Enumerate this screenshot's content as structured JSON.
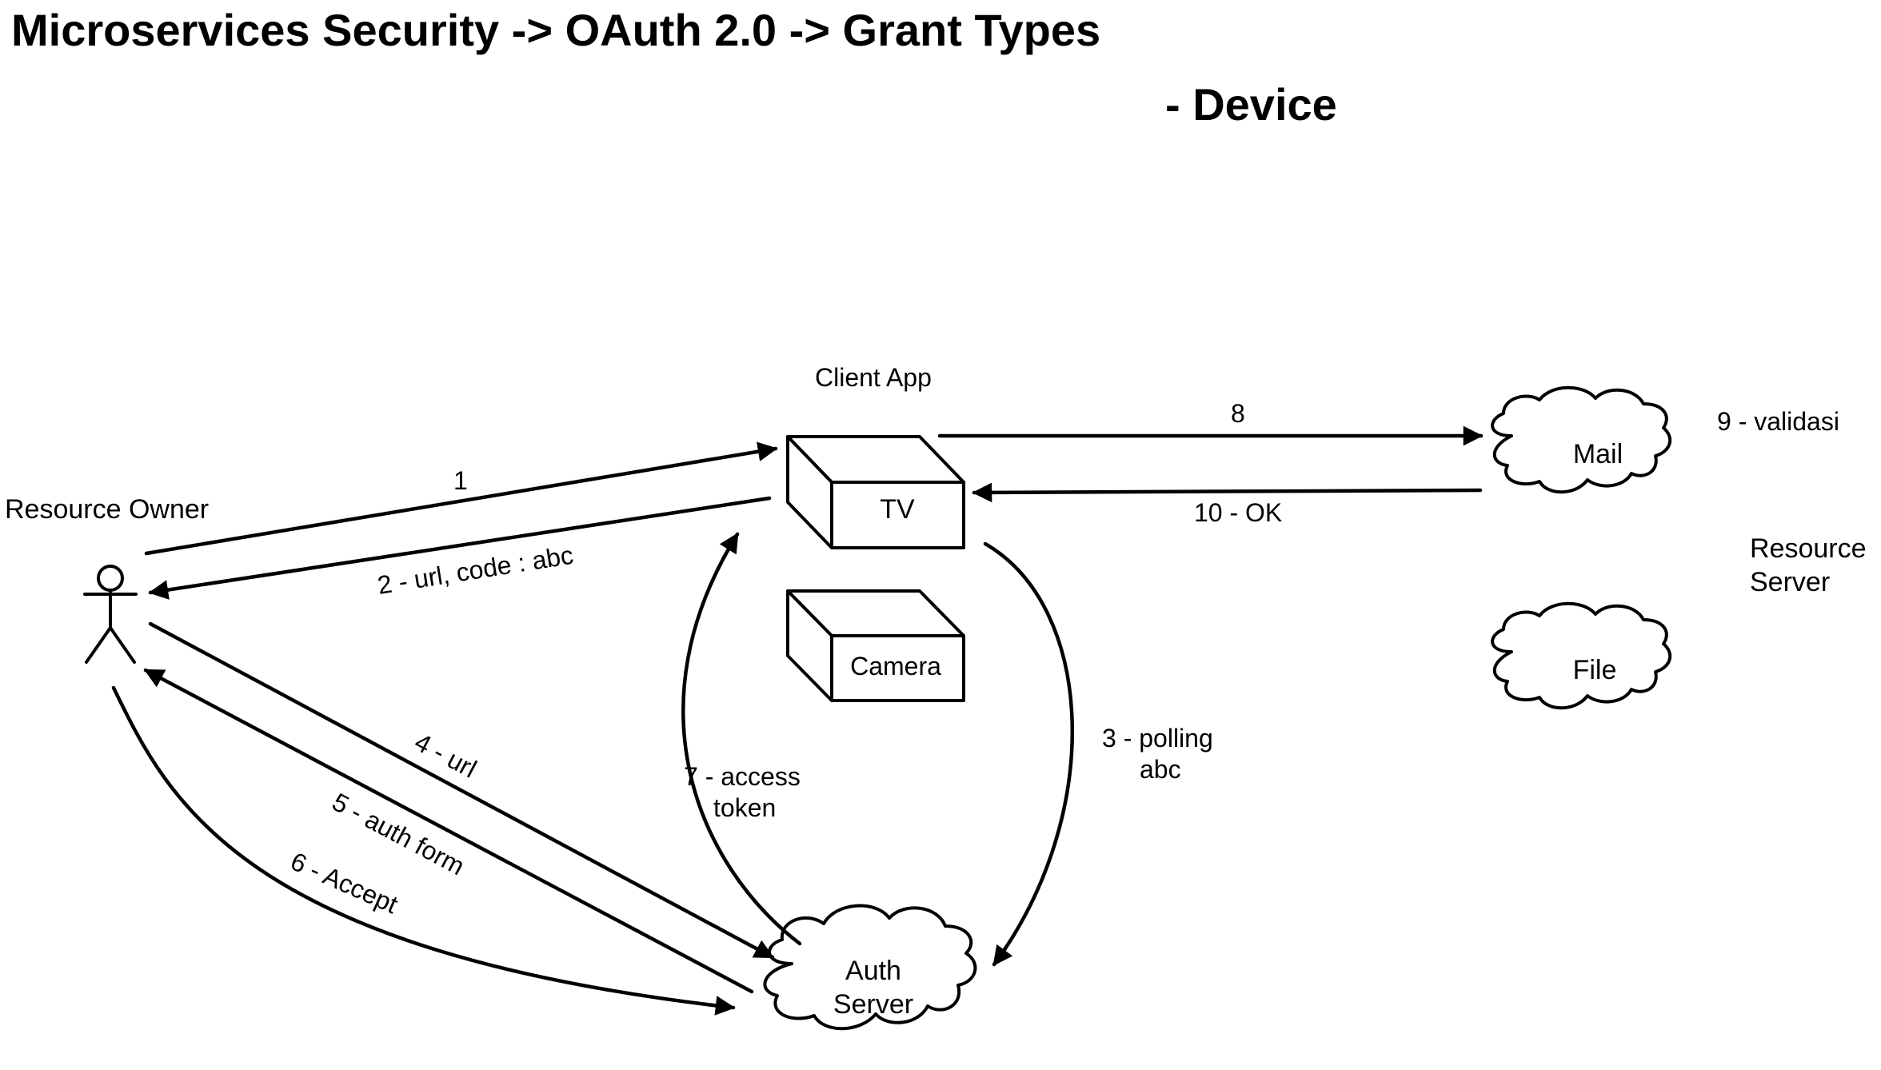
{
  "title": {
    "line1": "Microservices Security -> OAuth 2.0 -> Grant Types",
    "line2": "- Device"
  },
  "actors": {
    "resource_owner": "Resource Owner",
    "client_app": "Client App",
    "resource_server_line1": "Resource",
    "resource_server_line2": "Server"
  },
  "nodes": {
    "tv": "TV",
    "camera": "Camera",
    "mail": "Mail",
    "file": "File",
    "auth_server_line1": "Auth",
    "auth_server_line2": "Server"
  },
  "flows": {
    "f1": "1",
    "f2": "2 - url, code : abc",
    "f3_line1": "3 - polling",
    "f3_line2": "abc",
    "f4": "4 - url",
    "f5": "5 - auth form",
    "f6": "6 - Accept",
    "f7_line1": "7 - access",
    "f7_line2": "token",
    "f8": "8",
    "f9": "9 - validasi",
    "f10": "10 - OK"
  }
}
